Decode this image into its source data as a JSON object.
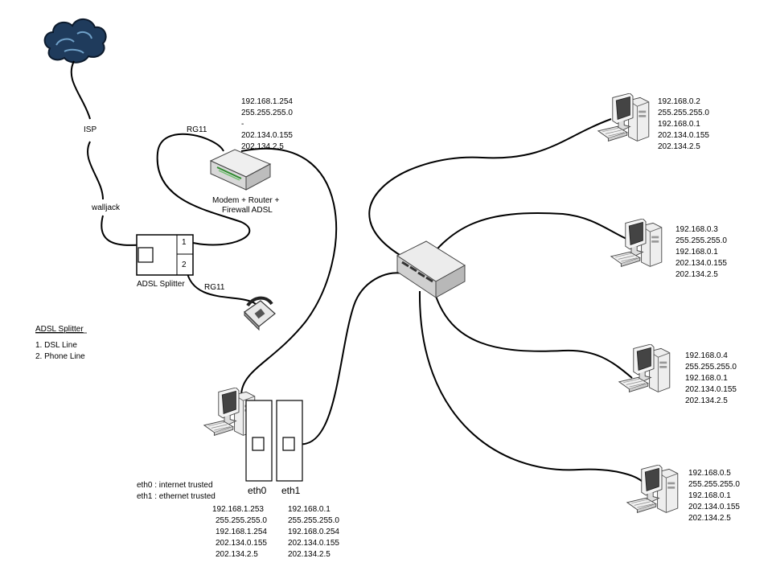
{
  "labels": {
    "isp": "ISP",
    "walljack": "walljack",
    "rg11_modem": "RG11",
    "rg11_phone": "RG11",
    "modem": [
      "Modem + Router +",
      "Firewall ADSL"
    ],
    "splitter": "ADSL Splitter",
    "splitter_port1": "1",
    "splitter_port2": "2",
    "eth0": "eth0",
    "eth1": "eth1"
  },
  "modem_config": [
    "192.168.1.254",
    "255.255.255.0",
    "-",
    "202.134.0.155",
    "202.134.2.5"
  ],
  "legend": {
    "title": "ADSL Splitter",
    "items": [
      "1. DSL Line",
      "2. Phone Line"
    ]
  },
  "eth_notes": [
    "eth0 : internet trusted",
    "eth1 : ethernet trusted"
  ],
  "eth0_config": [
    "192.168.1.253",
    "255.255.255.0",
    "192.168.1.254",
    "202.134.0.155",
    "202.134.2.5"
  ],
  "eth1_config": [
    "192.168.0.1",
    "255.255.255.0",
    "192.168.0.254",
    "202.134.0.155",
    "202.134.2.5"
  ],
  "clients": [
    [
      "192.168.0.2",
      "255.255.255.0",
      "192.168.0.1",
      "202.134.0.155",
      "202.134.2.5"
    ],
    [
      "192.168.0.3",
      "255.255.255.0",
      "192.168.0.1",
      "202.134.0.155",
      "202.134.2.5"
    ],
    [
      "192.168.0.4",
      "255.255.255.0",
      "192.168.0.1",
      "202.134.0.155",
      "202.134.2.5"
    ],
    [
      "192.168.0.5",
      "255.255.255.0",
      "192.168.0.1",
      "202.134.0.155",
      "202.134.2.5"
    ]
  ]
}
